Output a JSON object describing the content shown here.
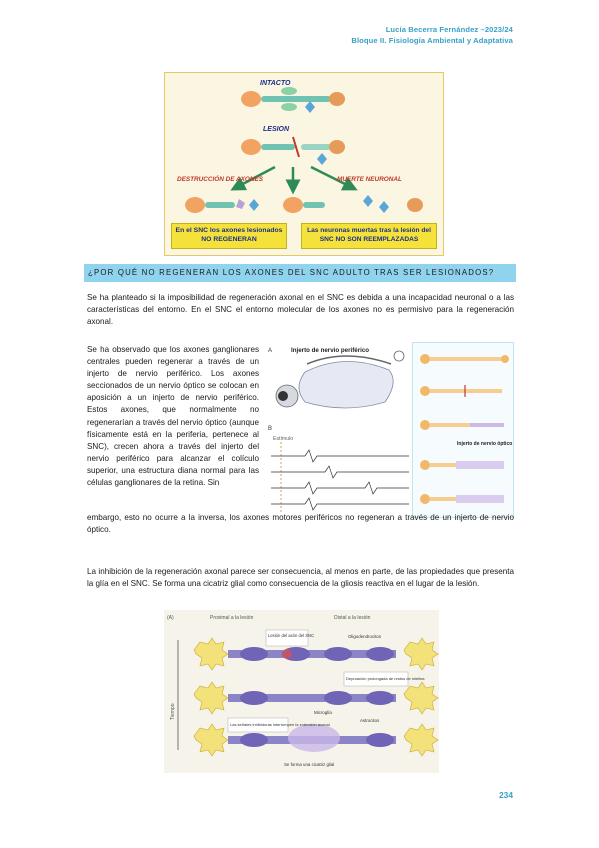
{
  "header": {
    "author_line": "Lucía Becerra Fernández –2023/24",
    "course_line": "Bloque II. Fisiología Ambiental y Adaptativa"
  },
  "figure1": {
    "label_intact": "INTACTO",
    "label_lesion": "LESION",
    "label_destruction": "DESTRUCCIÓN DE AXONES",
    "label_death": "MUERTE NEURONAL",
    "caption_left": "En el SNC los axones lesionados NO REGENERAN",
    "caption_right": "Las neuronas muertas tras la lesión del SNC NO SON REEMPLAZADAS"
  },
  "section": {
    "title": "¿POR QUÉ NO REGENERAN LOS AXONES DEL SNC ADULTO TRAS SER LESIONADOS?"
  },
  "paragraphs": {
    "p1": "Se ha planteado si la imposibilidad de regeneración axonal en el SNC es debida a una incapacidad neuronal o a las características del entorno. En el SNC el entorno molecular de los axones no es permisivo para la regeneración axonal.",
    "p2": "Se ha observado que los axones ganglionares centrales pueden regenerar a través de un injerto de nervio periférico. Los axones seccionados de un nervio óptico se colocan en aposición a un injerto de nervio periférico. Estos axones, que normalmente no regenerarían a través del nervio óptico (aunque físicamente está en la periferia, pertenece al SNC), crecen ahora a través del injerto del nervio periférico para alcanzar el colículo superior, una estructura diana normal para las células ganglionares de la retina. Sin",
    "p2b": "embargo, esto no ocurre a la inversa, los axones motores periféricos no regeneran a través de un injerto de nervio óptico.",
    "p3": "La inhibición de la regeneración axonal parece ser consecuencia, al menos en parte, de las propiedades que presenta la glía en el SNC. Se forma una cicatriz glial como consecuencia de la gliosis reactiva en el lugar de la lesión."
  },
  "figure2": {
    "label_a": "A",
    "label_b": "B",
    "graft_title": "Injerto de nervio periférico",
    "stimulus_label": "Estímulo"
  },
  "figure3": {
    "label_graft": "Injerto de nervio óptico"
  },
  "figure4": {
    "label_a": "(A)",
    "proximal": "Proximal a la lesión",
    "distal": "Distal a la lesión",
    "time_label": "Tiempo",
    "lesion_label": "Lesión del axón del SNC",
    "oligo_label": "Oligodendrocitos",
    "myelin_label": "Depuración prolongada de restos de mielina",
    "microglia_label": "Microglía",
    "inhibitors_label": "Las señales inhibidoras interrumpen la extensión axonal",
    "astro_label": "Astrocitos",
    "scar_label": "Se forma una cicatriz glial"
  },
  "footer": {
    "page_number": "234"
  }
}
